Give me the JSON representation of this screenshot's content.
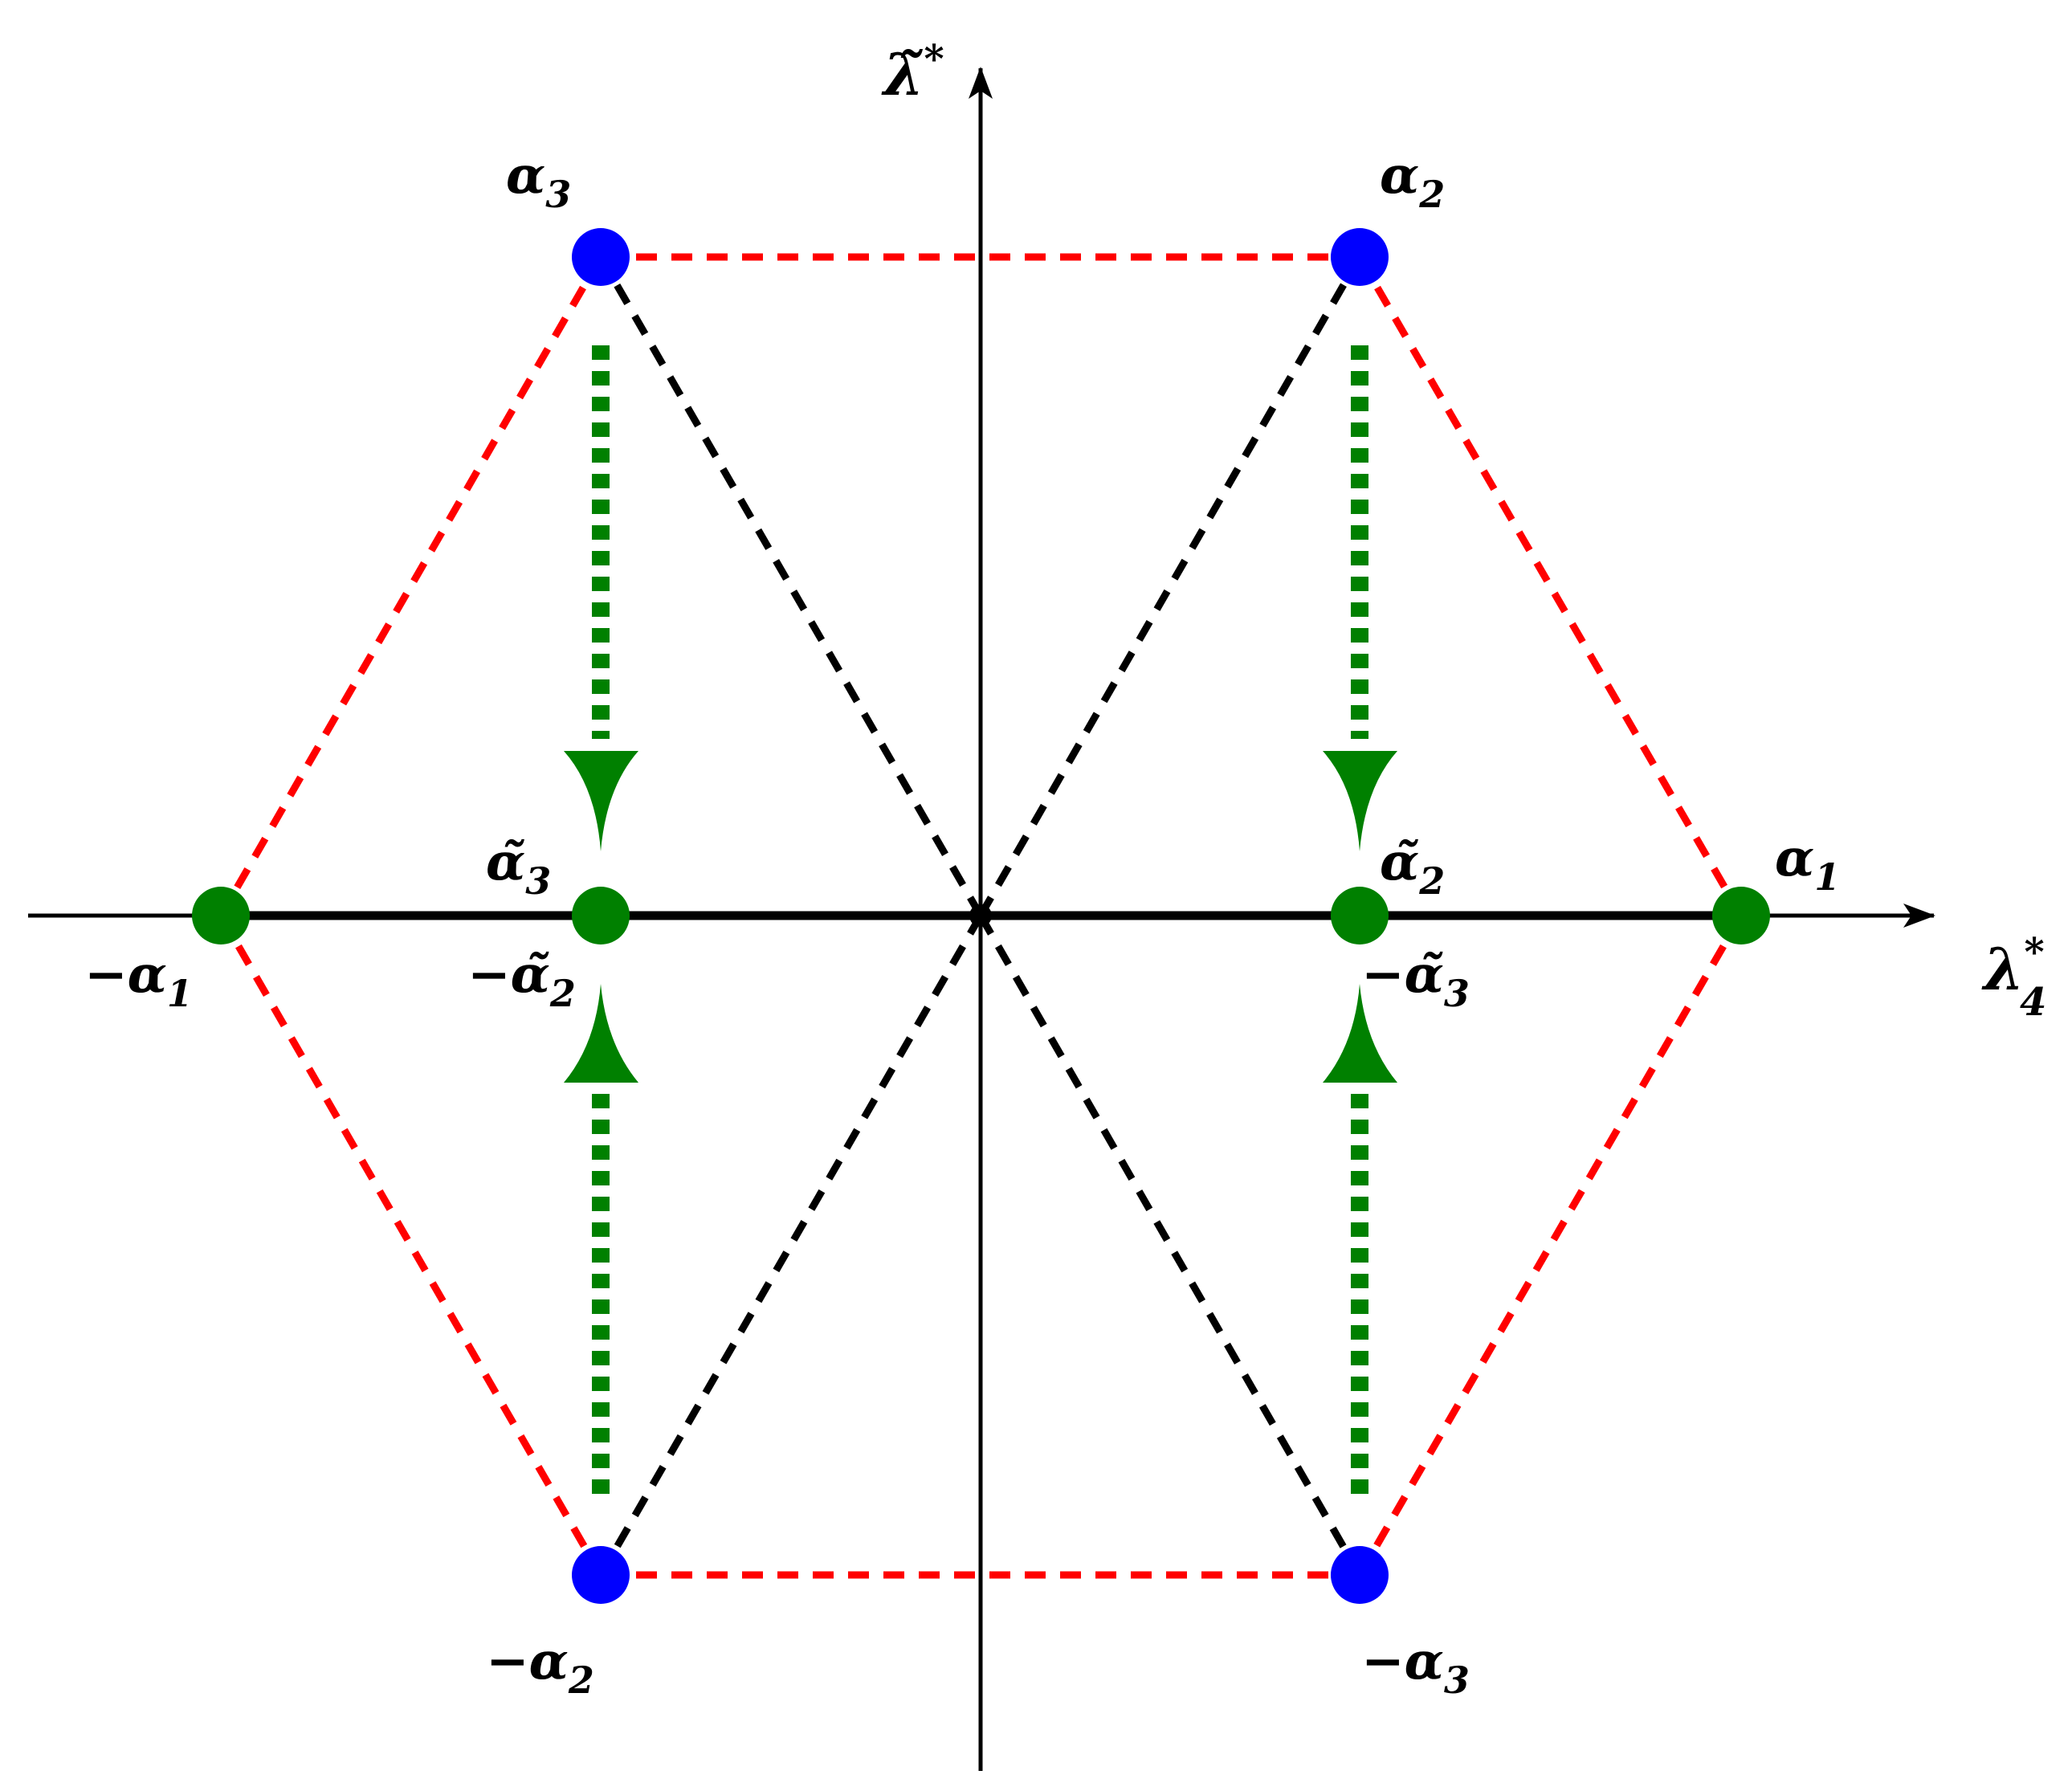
{
  "colors": {
    "root_node": "#0000ff",
    "axis_node": "#008000",
    "hexagon_edge": "#ff0000",
    "spoke": "#000000",
    "projection_arrow": "#008000",
    "axis": "#000000"
  },
  "axes": {
    "horizontal_label": {
      "main": "λ",
      "subscript": "4",
      "superscript": "*"
    },
    "vertical_label": {
      "main": "λ̃",
      "superscript": "*"
    }
  },
  "labels": {
    "alpha1": {
      "sign": "",
      "main": "α",
      "sub": "1"
    },
    "alpha2": {
      "sign": "",
      "main": "α",
      "sub": "2"
    },
    "alpha3": {
      "sign": "",
      "main": "α",
      "sub": "3"
    },
    "neg_alpha1": {
      "sign": "−",
      "main": "α",
      "sub": "1"
    },
    "neg_alpha2": {
      "sign": "−",
      "main": "α",
      "sub": "2"
    },
    "neg_alpha3": {
      "sign": "−",
      "main": "α",
      "sub": "3"
    },
    "tilde_alpha2": {
      "sign": "",
      "main": "α̃",
      "sub": "2"
    },
    "tilde_alpha3": {
      "sign": "",
      "main": "α̃",
      "sub": "3"
    },
    "neg_tilde_alpha2": {
      "sign": "−",
      "main": "α̃",
      "sub": "2"
    },
    "neg_tilde_alpha3": {
      "sign": "−",
      "main": "α̃",
      "sub": "3"
    }
  }
}
